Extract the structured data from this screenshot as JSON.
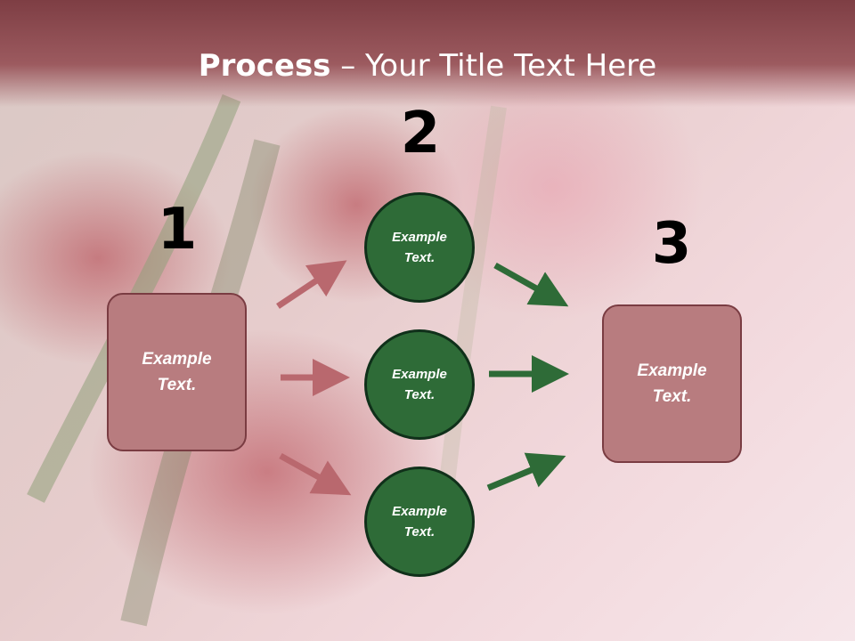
{
  "title": {
    "bold": "Process",
    "rest": " – Your Title Text Here"
  },
  "steps": {
    "one": "1",
    "two": "2",
    "three": "3"
  },
  "left_box": {
    "text": "Example\nText."
  },
  "circles": [
    {
      "text": "Example\nText."
    },
    {
      "text": "Example\nText."
    },
    {
      "text": "Example\nText."
    }
  ],
  "right_box": {
    "text": "Example\nText."
  },
  "colors": {
    "title_bar": "#8a4a50",
    "box_fill": "#b87c7f",
    "box_border": "#7a3c42",
    "circle_fill": "#2e6b37",
    "circle_border": "#10301a",
    "arrow_pink": "#b9686e",
    "arrow_green": "#2e6b37"
  }
}
